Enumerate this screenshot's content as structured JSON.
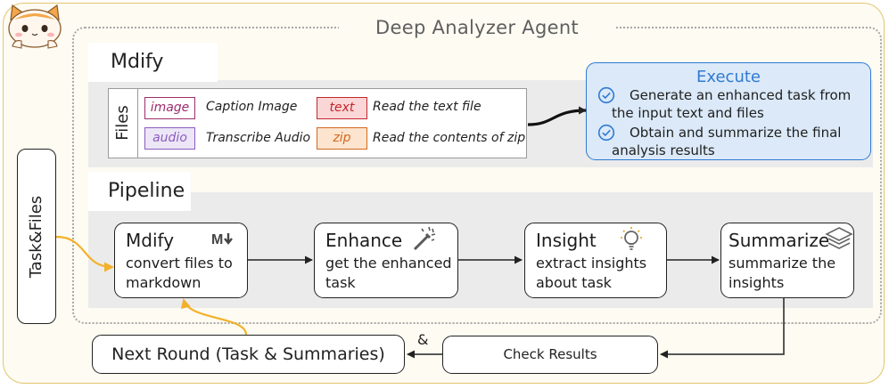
{
  "title": "Deep Analyzer Agent",
  "side_input": "Task&Files",
  "mdify_section": {
    "label": "Mdify",
    "files_label": "Files",
    "files": [
      {
        "tag": "image",
        "desc": "Caption Image",
        "color": "#9c2d6e",
        "fill": "#ffffff"
      },
      {
        "tag": "audio",
        "desc": "Transcribe Audio",
        "color": "#8a5cc0",
        "fill": "#ece6f6"
      },
      {
        "tag": "text",
        "desc": "Read the text file",
        "color": "#c1272d",
        "fill": "#fbd6d6"
      },
      {
        "tag": "zip",
        "desc": "Read the contents of zip",
        "color": "#d2691e",
        "fill": "#fce4cf"
      }
    ]
  },
  "execute": {
    "title": "Execute",
    "items": [
      {
        "line1": "Generate an enhanced task from",
        "line2": "the input text and files"
      },
      {
        "line1": "Obtain and summarize the final",
        "line2": "analysis results"
      }
    ],
    "accent": "#2f7ad3",
    "fill": "#dbe9f8"
  },
  "pipeline": {
    "label": "Pipeline",
    "nodes": [
      {
        "title": "Mdify",
        "desc1": "convert files to",
        "desc2": "markdown",
        "icon": "markdown-icon"
      },
      {
        "title": "Enhance",
        "desc1": "get the enhanced",
        "desc2": "task",
        "icon": "magic-wand-icon"
      },
      {
        "title": "Insight",
        "desc1": "extract insights",
        "desc2": "about task",
        "icon": "lightbulb-icon"
      },
      {
        "title": "Summarize",
        "desc1": "summarize the",
        "desc2": "insights",
        "icon": "layers-icon"
      }
    ]
  },
  "check_results": "Check Results",
  "next_round": "Next Round (Task & Summaries)",
  "and_symbol": "&",
  "colors": {
    "outer_border": "#e2c66e",
    "flow_arrow": "#f2b12a"
  }
}
